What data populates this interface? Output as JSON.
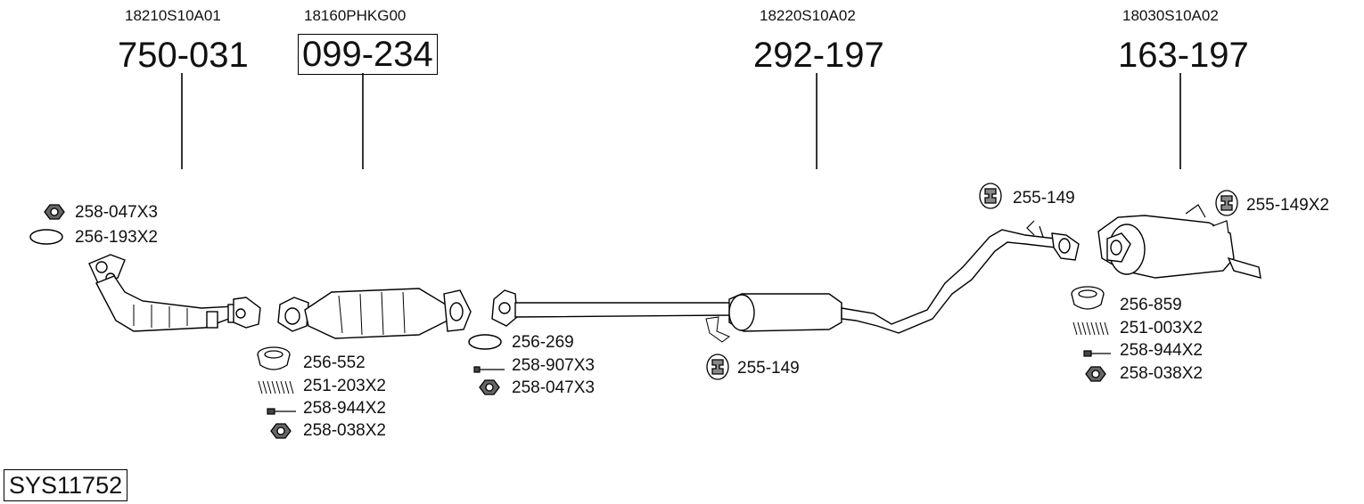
{
  "system_id": "SYS11752",
  "main_parts": [
    {
      "oem": "18210S10A01",
      "number": "750-031",
      "boxed": false
    },
    {
      "oem": "18160PHKG00",
      "number": "099-234",
      "boxed": true
    },
    {
      "oem": "18220S10A02",
      "number": "292-197",
      "boxed": false
    },
    {
      "oem": "18030S10A02",
      "number": "163-197",
      "boxed": false
    }
  ],
  "accessories": {
    "g1": [
      "258-047X3",
      "256-193X2"
    ],
    "g2": [
      "256-552",
      "251-203X2",
      "258-944X2",
      "258-038X2"
    ],
    "g3": [
      "256-269",
      "258-907X3",
      "258-047X3"
    ],
    "g4": [
      "255-149"
    ],
    "g5": [
      "255-149"
    ],
    "g6": [
      "255-149X2"
    ],
    "g7": [
      "256-859",
      "251-003X2",
      "258-944X2",
      "258-038X2"
    ]
  },
  "icons": {
    "nut": "hex-nut-icon",
    "gasket_ring": "ring-gasket-icon",
    "cone_gasket": "cone-gasket-icon",
    "spring": "spring-icon",
    "bolt": "bolt-icon",
    "hanger": "rubber-hanger-icon"
  }
}
